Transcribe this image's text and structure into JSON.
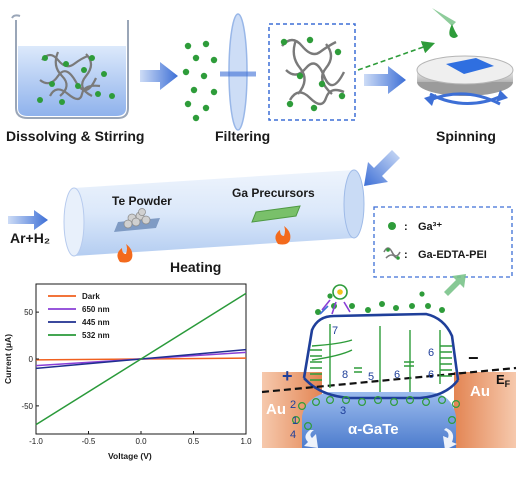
{
  "steps": {
    "dissolving": "Dissolving & Stirring",
    "filtering": "Filtering",
    "spinning": "Spinning",
    "heating": "Heating"
  },
  "tube": {
    "te_powder": "Te Powder",
    "ga_precursors": "Ga Precursors",
    "gas_inlet": "Ar+H₂"
  },
  "legend": {
    "ga_ion": "Ga³⁺",
    "complex": "Ga-EDTA-PEI",
    "separator": ":"
  },
  "colors": {
    "ga_dot": "#2e9c3a",
    "arrow_blue": "#3d6fd6",
    "au": "#e8956a",
    "gate": "#7fa6e3",
    "band_line": "#1f3f9a",
    "flame": "#f36a1d"
  },
  "chart_data": {
    "type": "line",
    "xlabel": "Voltage (V)",
    "ylabel": "Current (μA)",
    "xlim": [
      -1.0,
      1.0
    ],
    "ylim": [
      -80,
      80
    ],
    "xticks": [
      "-1.0",
      "-0.5",
      "0.0",
      "0.5",
      "1.0"
    ],
    "yticks": [
      "-50",
      "0",
      "50"
    ],
    "x": [
      -1.0,
      1.0
    ],
    "series": [
      {
        "name": "Dark",
        "color": "#f0601f",
        "values": [
          -1,
          1
        ]
      },
      {
        "name": "650 nm",
        "color": "#8a3fd6",
        "values": [
          -7,
          7
        ]
      },
      {
        "name": "445 nm",
        "color": "#1f2f8f",
        "values": [
          -10,
          10
        ]
      },
      {
        "name": "532 nm",
        "color": "#2a9a3a",
        "values": [
          -70,
          70
        ]
      }
    ]
  },
  "band": {
    "material": "α-GaTe",
    "electrode_left": "Au",
    "electrode_right": "Au",
    "fermi": "E",
    "fermi_sub": "F",
    "plus": "+",
    "minus": "−",
    "numbers": [
      "1",
      "2",
      "3",
      "4",
      "5",
      "6",
      "6",
      "6",
      "7",
      "8"
    ]
  }
}
